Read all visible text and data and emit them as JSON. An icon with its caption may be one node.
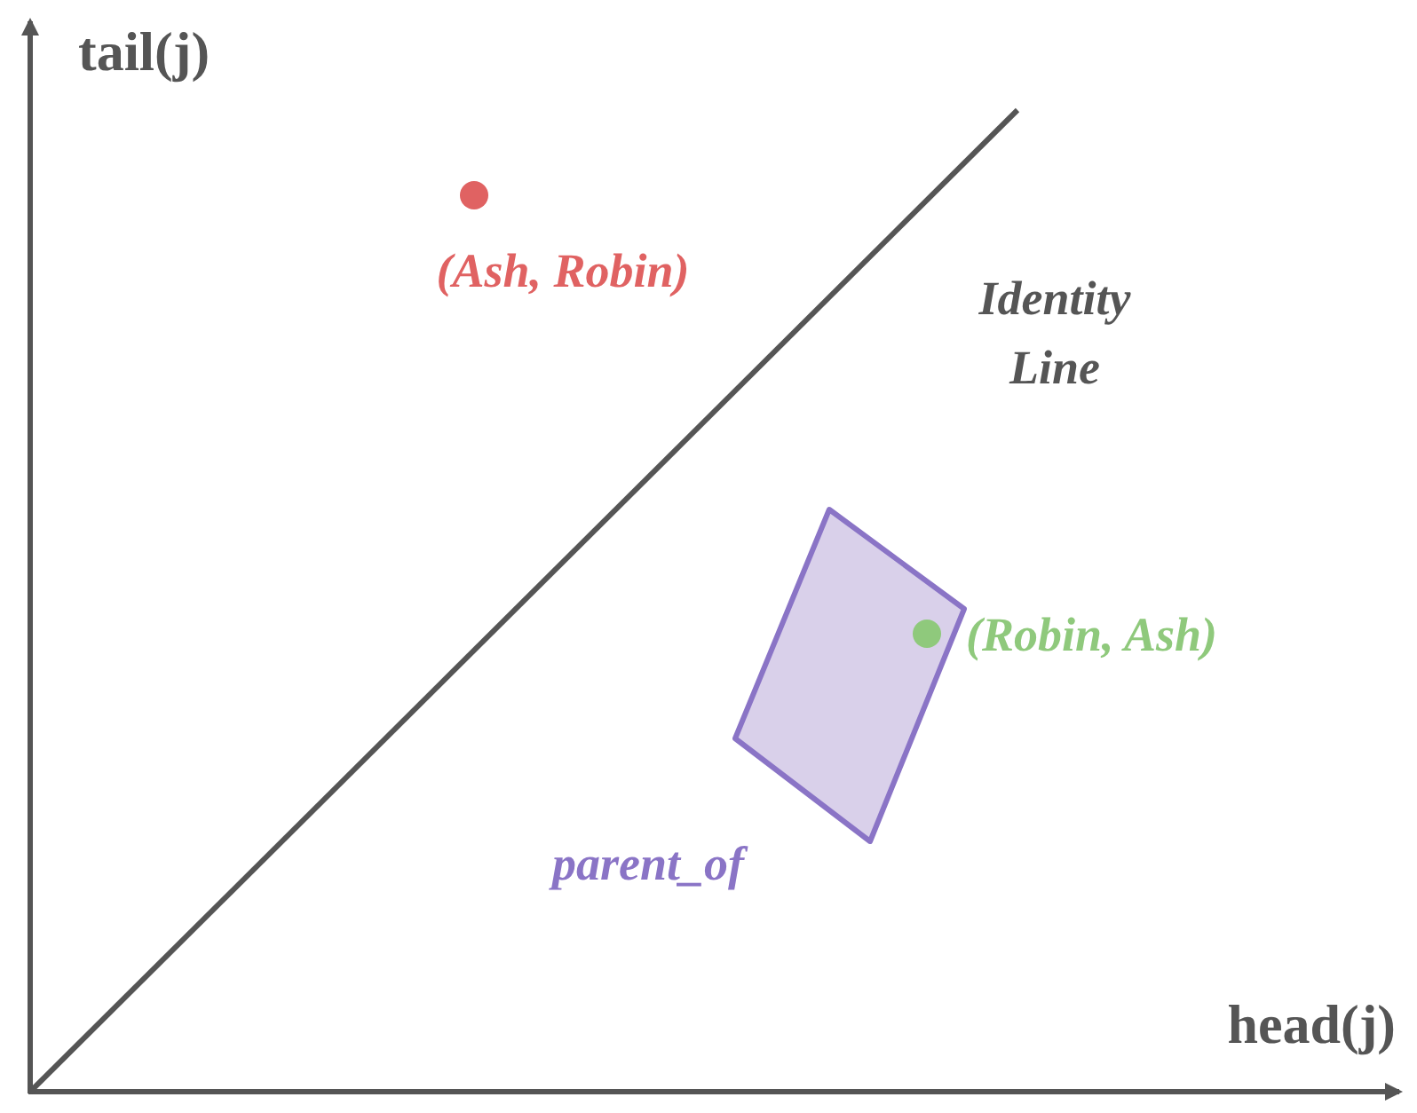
{
  "diagram": {
    "labels": [
      "tail(j)",
      "(Ash, Robin)",
      "Identity Line",
      "(Robin, Ash)",
      "parent_of",
      "head(j)"
    ]
  }
}
